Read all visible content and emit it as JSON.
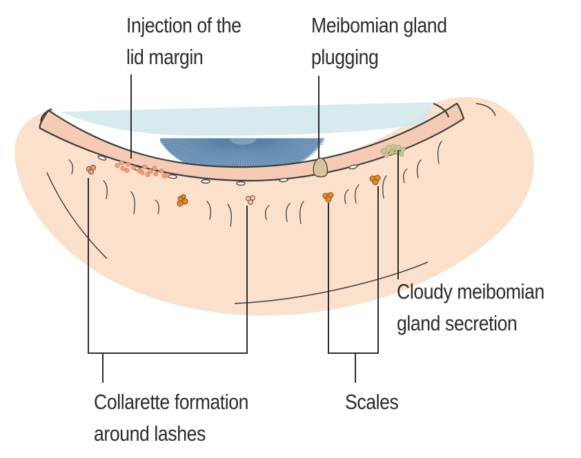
{
  "labels": {
    "injection": {
      "line1": "Injection of the",
      "line2": "lid margin"
    },
    "plugging": {
      "line1": "Meibomian gland",
      "line2": "plugging"
    },
    "cloudy": {
      "line1": "Cloudy meibomian",
      "line2": "gland secretion"
    },
    "collarette": {
      "line1": "Collarette formation",
      "line2": "around lashes"
    },
    "scales": {
      "line1": "Scales"
    }
  },
  "colors": {
    "skin": "#fbe1cb",
    "lid_margin": "#f6cfbc",
    "iris": "#6f94b6",
    "tear_film": "#cfe6ea",
    "outline": "#3a3a3a",
    "collarette": "#d98a5c",
    "scales": "#e08a2a",
    "plug": "#d9c49a",
    "cloudy_secretion": "#c7c48e"
  }
}
